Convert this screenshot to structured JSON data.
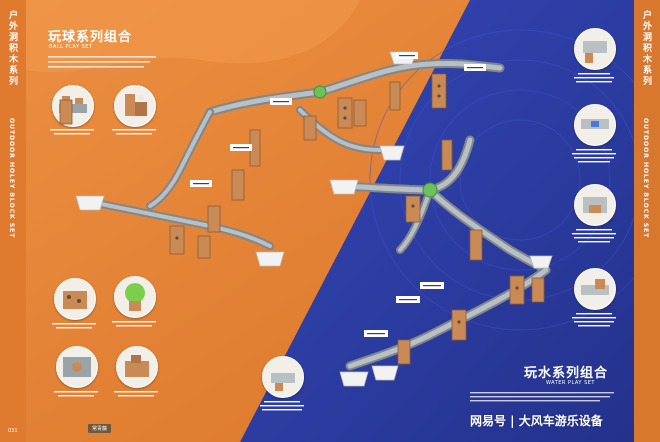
{
  "left_side": {
    "vertical_cn": "户外洞积木系列",
    "vertical_en": "OUTDOOR HOLEY BLOCK SET"
  },
  "right_side": {
    "vertical_cn": "户外洞积木系列",
    "vertical_en": "OUTDOOR HOLEY BLOCK SET"
  },
  "ball_set": {
    "title_cn": "玩球系列组合",
    "title_en": "BALL PLAY SET"
  },
  "water_set": {
    "title_cn": "玩水系列组合",
    "title_en": "WATER PLAY SET"
  },
  "page_number": "031",
  "footer_logo": "常青藤",
  "watermark": "网易号 | 大风车游乐设备",
  "colors": {
    "orange": "#e4843a",
    "blue": "#2c3e9c",
    "track": "#9aa3a8",
    "green_node": "#6cc25a",
    "block": "#c98a56"
  }
}
